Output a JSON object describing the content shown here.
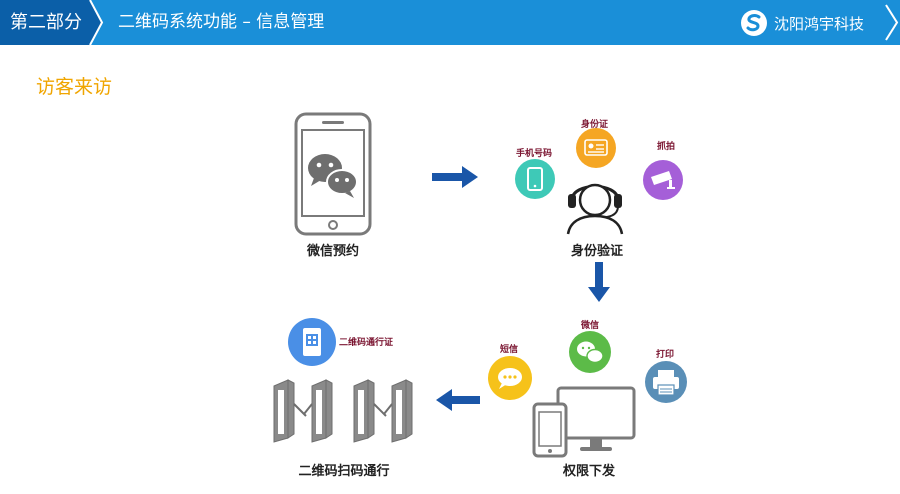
{
  "header": {
    "part_label": "第二部分",
    "section_title": "二维码系统功能 – 信息管理",
    "brand_name": "沈阳鸿宇科技",
    "bar_color": "#1a8fd8",
    "part_color": "#0b5fa8"
  },
  "page": {
    "heading": "访客来访",
    "heading_color": "#f0a500"
  },
  "diagram": {
    "wechat_booking": {
      "label": "微信预约",
      "icon": "wechat-phone-icon"
    },
    "identity_verification": {
      "label": "身份验证",
      "icon": "operator-headset-icon",
      "options": [
        {
          "label": "手机号码",
          "icon": "mobile-phone-icon",
          "color": "#3ec9b7"
        },
        {
          "label": "身份证",
          "icon": "id-card-icon",
          "color": "#f5a623"
        },
        {
          "label": "抓拍",
          "icon": "camera-icon",
          "color": "#a55fd8"
        }
      ]
    },
    "permission_issue": {
      "label": "权限下发",
      "icon": "devices-icon",
      "channels": [
        {
          "label": "短信",
          "icon": "sms-icon",
          "color": "#f6c21a"
        },
        {
          "label": "微信",
          "icon": "wechat-icon",
          "color": "#5cbb48"
        },
        {
          "label": "打印",
          "icon": "printer-icon",
          "color": "#5a8fb7"
        }
      ]
    },
    "qr_pass": {
      "label": "二维码扫码通行",
      "icon": "turnstile-gates-icon",
      "badge": {
        "label": "二维码通行证",
        "icon": "qr-pass-icon",
        "color": "#4a8fe6"
      }
    },
    "arrow_color": "#1a56a8"
  }
}
